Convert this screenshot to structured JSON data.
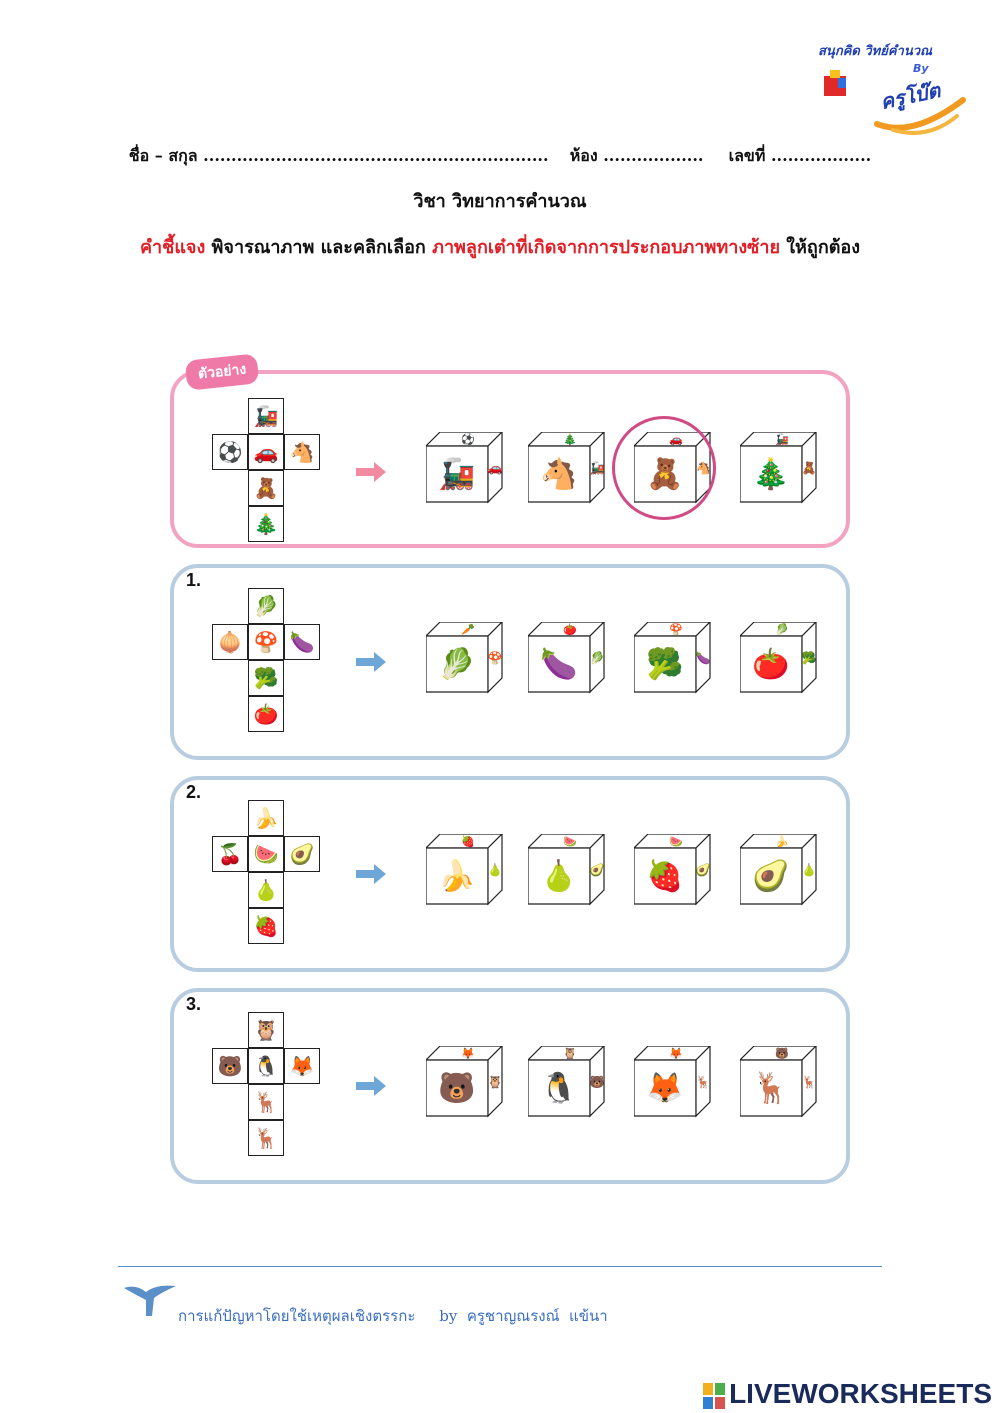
{
  "logo": {
    "title": "สนุกคิด วิทย์คำนวณ",
    "by": "By",
    "name": "ครูโบ๊ต"
  },
  "header": {
    "name_label": "ชื่อ – สกุล ..............................................................",
    "room_label": "ห้อง ..................",
    "number_label": "เลขที่ .................."
  },
  "subject": "วิชา วิทยาการคำนวณ",
  "instruction": {
    "lead": "คำชี้แจง",
    "part1": " พิจารณาภาพ  และคลิกเลือก ",
    "highlight": "ภาพลูกเต๋าที่เกิดจากการประกอบภาพทางซ้าย",
    "part2": " ให้ถูกต้อง"
  },
  "example_tag": "ตัวอย่าง",
  "questions": [
    {
      "label": "",
      "net": [
        "🚂",
        "⚽",
        "🚗",
        "🐴",
        "🧸",
        "🎄"
      ],
      "cubes": [
        {
          "top": "⚽",
          "front": "🚂",
          "side": "🚗"
        },
        {
          "top": "🎄",
          "front": "🐴",
          "side": "🚂"
        },
        {
          "top": "🚗",
          "front": "🧸",
          "side": "🐴"
        },
        {
          "top": "🚂",
          "front": "🎄",
          "side": "🧸"
        }
      ]
    },
    {
      "label": "1.",
      "net": [
        "🥬",
        "🧅",
        "🍄",
        "🍆",
        "🥦",
        "🍅"
      ],
      "cubes": [
        {
          "top": "🥕",
          "front": "🥬",
          "side": "🍄"
        },
        {
          "top": "🍅",
          "front": "🍆",
          "side": "🥬"
        },
        {
          "top": "🍄",
          "front": "🥦",
          "side": "🍆"
        },
        {
          "top": "🥬",
          "front": "🍅",
          "side": "🥦"
        }
      ]
    },
    {
      "label": "2.",
      "net": [
        "🍌",
        "🍒",
        "🍉",
        "🥑",
        "🍐",
        "🍓"
      ],
      "cubes": [
        {
          "top": "🍓",
          "front": "🍌",
          "side": "🍐"
        },
        {
          "top": "🍉",
          "front": "🍐",
          "side": "🥑"
        },
        {
          "top": "🍉",
          "front": "🍓",
          "side": "🥑"
        },
        {
          "top": "🍌",
          "front": "🥑",
          "side": "🍐"
        }
      ]
    },
    {
      "label": "3.",
      "net": [
        "🦉",
        "🐻",
        "🐧",
        "🦊",
        "🦌",
        "🦌"
      ],
      "cubes": [
        {
          "top": "🦊",
          "front": "🐻",
          "side": "🦉"
        },
        {
          "top": "🦉",
          "front": "🐧",
          "side": "🐻"
        },
        {
          "top": "🦊",
          "front": "🦊",
          "side": "🦌"
        },
        {
          "top": "🐻",
          "front": "🦌",
          "side": "🦌"
        }
      ]
    }
  ],
  "footer": {
    "text": "การแก้ปัญหาโดยใช้เหตุผลเชิงตรรกะ     by  ครูชาญณรงณ์  แข้นา"
  },
  "brand": {
    "name": "LIVEWORKSHEETS"
  },
  "colors": {
    "instruction_red": "#e01f26",
    "example_border": "#f2a3c2",
    "question_border": "#b8cde0",
    "arrow_pink": "#f28aa0",
    "arrow_blue": "#6fa6d8"
  }
}
